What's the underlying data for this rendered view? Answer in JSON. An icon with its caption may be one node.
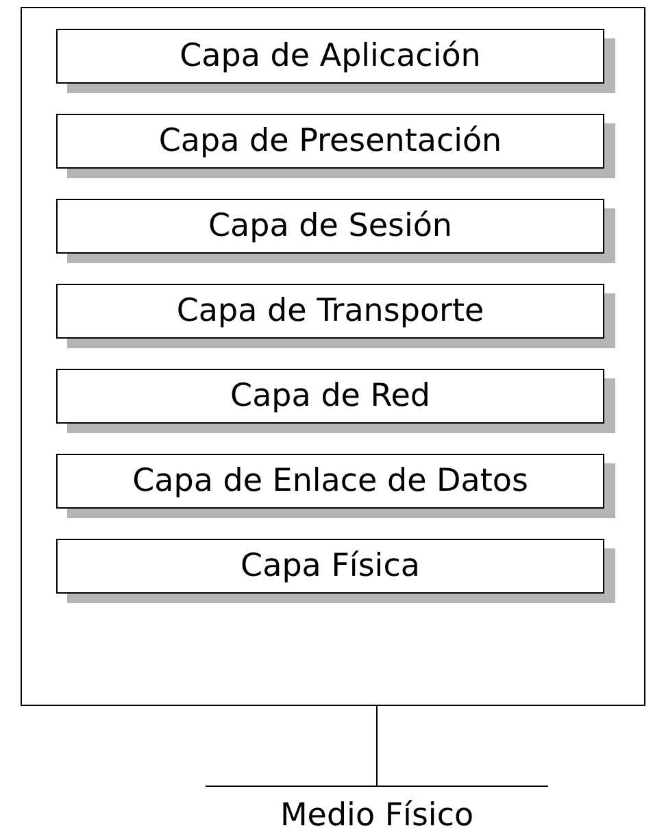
{
  "diagram": {
    "nodes": [
      {
        "text": [],
        "shape": "box"
      },
      {
        "text": [
          "Capa de Aplicación"
        ],
        "in": 0
      },
      {
        "text": [
          "Capa de Presentación"
        ],
        "in": 0
      },
      {
        "text": [
          "Capa de Sesión"
        ],
        "in": 0
      },
      {
        "text": [
          "Capa de Transporte"
        ],
        "in": 0
      },
      {
        "text": [
          "Capa de Red"
        ],
        "in": 0
      },
      {
        "text": [
          "Capa de Enlace de Datos"
        ],
        "in": 0
      },
      {
        "text": [
          "Capa Física"
        ],
        "in": 0
      },
      {
        "text": [
          "Medio Físico"
        ]
      }
    ],
    "edges": [
      {
        "from": 0,
        "to": 8,
        "arrow": "none"
      }
    ]
  }
}
